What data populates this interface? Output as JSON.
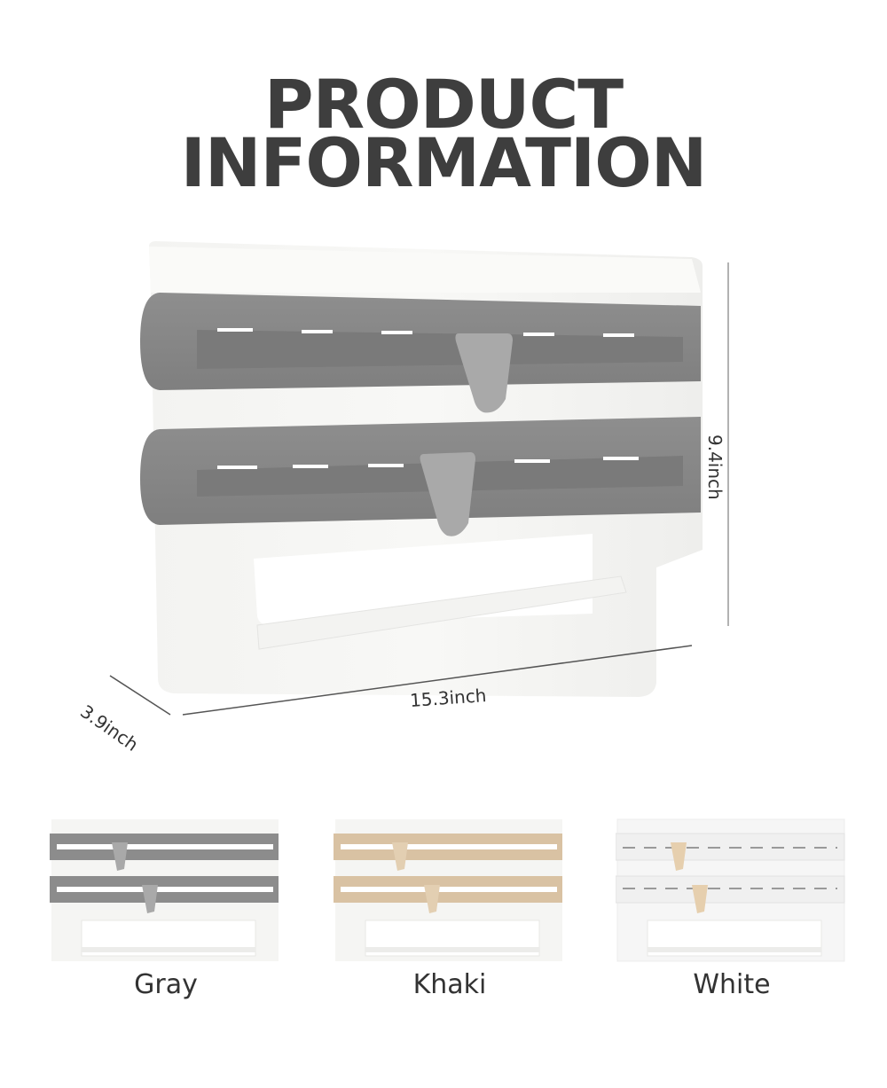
{
  "header": {
    "line1": "PRODUCT",
    "line2": "INFORMATION"
  },
  "dimensions": {
    "width": "15.3inch",
    "height": "9.4inch",
    "depth": "3.9inch"
  },
  "variants": [
    {
      "label": "Gray",
      "color": "#8a8a8a",
      "cutter": "#a8a8a8"
    },
    {
      "label": "Khaki",
      "color": "#d9c2a3",
      "cutter": "#e3cfb2"
    },
    {
      "label": "White",
      "color": "#f2f2f2",
      "cutter": "#e6cfae"
    }
  ],
  "colors": {
    "title": "#3e3e3e",
    "body": "#f6f6f4",
    "bar_gray": "#8c8c8c"
  }
}
